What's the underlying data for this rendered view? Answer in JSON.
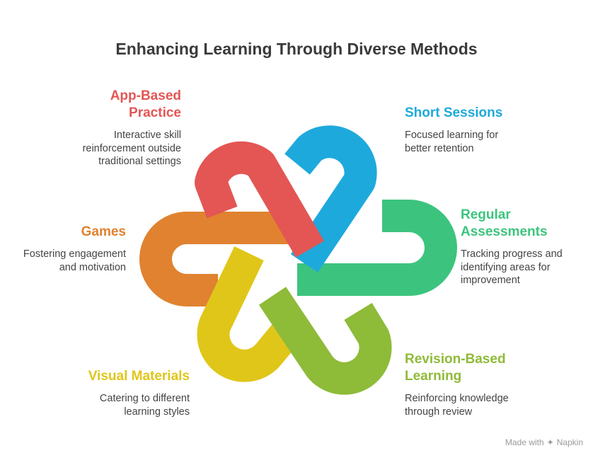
{
  "title": "Enhancing Learning Through Diverse Methods",
  "items": [
    {
      "key": "app",
      "head": "App-Based Practice",
      "head_lines": [
        "App-Based",
        "Practice"
      ],
      "desc_lines": [
        "Interactive skill",
        "reinforcement outside",
        "traditional settings"
      ],
      "color": "#e35654"
    },
    {
      "key": "short",
      "head": "Short Sessions",
      "head_lines": [
        "Short Sessions"
      ],
      "desc_lines": [
        "Focused learning for",
        "better retention"
      ],
      "color": "#1ea9dc"
    },
    {
      "key": "regular",
      "head": "Regular Assessments",
      "head_lines": [
        "Regular",
        "Assessments"
      ],
      "desc_lines": [
        "Tracking progress and",
        "identifying areas for",
        "improvement"
      ],
      "color": "#3cc47e"
    },
    {
      "key": "revision",
      "head": "Revision-Based Learning",
      "head_lines": [
        "Revision-Based",
        "Learning"
      ],
      "desc_lines": [
        "Reinforcing knowledge",
        "through review"
      ],
      "color": "#8ebb38"
    },
    {
      "key": "visual",
      "head": "Visual Materials",
      "head_lines": [
        "Visual Materials"
      ],
      "desc_lines": [
        "Catering to different",
        "learning styles"
      ],
      "color": "#e0c619"
    },
    {
      "key": "games",
      "head": "Games",
      "head_lines": [
        "Games"
      ],
      "desc_lines": [
        "Fostering engagement",
        "and motivation"
      ],
      "color": "#e08230"
    }
  ],
  "footer": {
    "text": "Made with",
    "brand": "Napkin"
  }
}
